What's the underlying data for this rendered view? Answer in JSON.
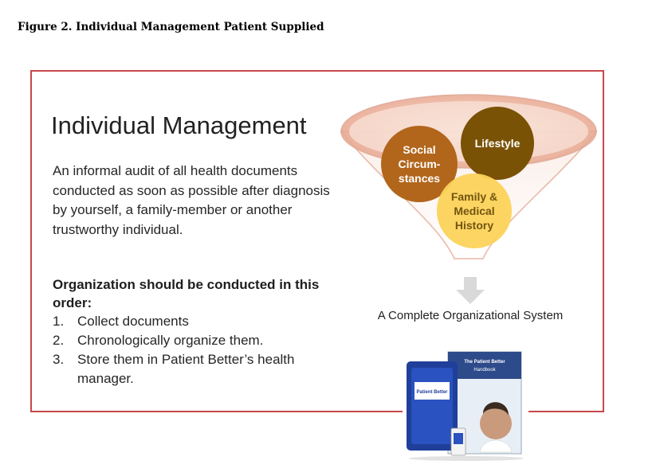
{
  "caption": "Figure 2. Individual Management Patient Supplied",
  "slide": {
    "heading": "Individual Management",
    "intro": "An informal audit of all health documents conducted as soon as possible after diagnosis by yourself, a family-member or another  trustworthy individual.",
    "order_heading": "Organization should be conducted in this order:",
    "steps": [
      {
        "num": "1.",
        "text": "Collect documents"
      },
      {
        "num": "2.",
        "text": "Chronologically organize them."
      },
      {
        "num": "3.",
        "text": "Store them in Patient Better’s health manager."
      }
    ],
    "funnel_items": [
      {
        "label": "Social Circum-stances",
        "color": "#b2661c"
      },
      {
        "label": "Lifestyle",
        "color": "#7a5206"
      },
      {
        "label": "Family & Medical History",
        "color": "#fcd35a"
      }
    ],
    "result": "A Complete Organizational System",
    "product": {
      "book_title": "The Patient Better",
      "book_subtitle": "Handbook",
      "binder_title": "Patient Better"
    }
  },
  "colors": {
    "frame": "#c8474b",
    "funnel_fill": "#f6dcd2",
    "arrow": "#d9d9d9"
  }
}
